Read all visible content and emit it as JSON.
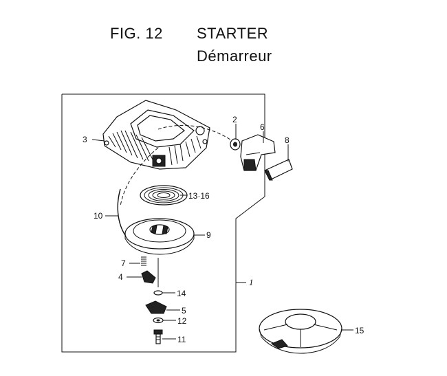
{
  "header": {
    "figure": "FIG. 12",
    "title": "STARTER",
    "subtitle": "Démarreur"
  },
  "callouts": {
    "c1": "1",
    "c2": "2",
    "c3": "3",
    "c4": "4",
    "c5": "5",
    "c6": "6",
    "c7": "7",
    "c8": "8",
    "c9": "9",
    "c10": "10",
    "c11": "11",
    "c12": "12",
    "c13": "13·16",
    "c14": "14",
    "c15": "15"
  }
}
